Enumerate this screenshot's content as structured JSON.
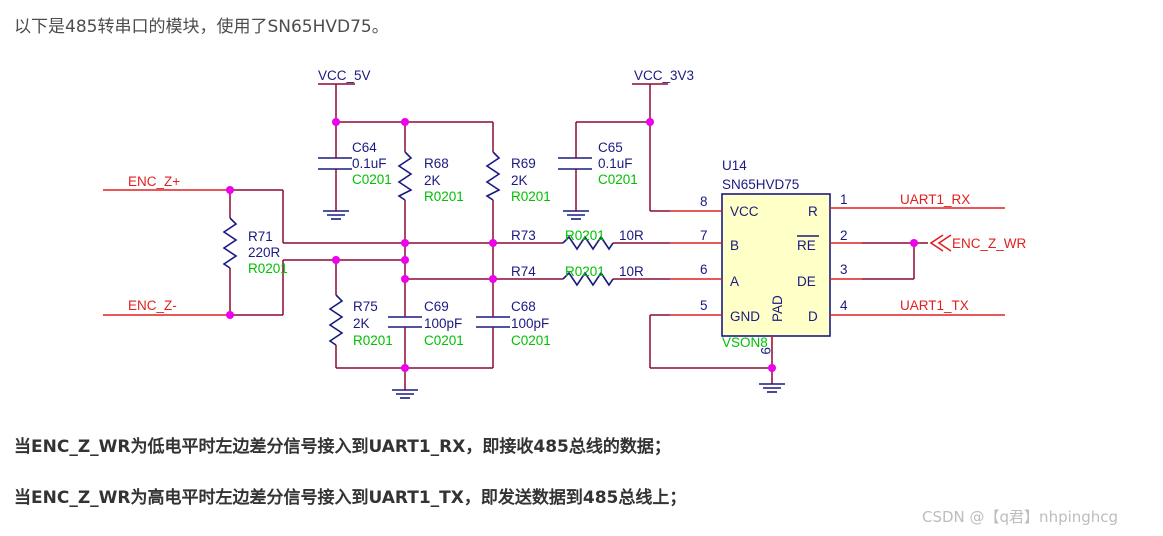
{
  "intro_text": "以下是485转串口的模块，使用了SN65HVD75。",
  "notes": [
    "当ENC_Z_WR为低电平时左边差分信号接入到UART1_RX，即接收485总线的数据；",
    "当ENC_Z_WR为高电平时左边差分信号接入到UART1_TX，即发送数据到485总线上；"
  ],
  "watermark": "CSDN @【q君】nhpinghcg",
  "colors": {
    "wire": "#8b0a33",
    "net": "#e02020",
    "part": "#1a1a80",
    "footprint": "#00c000",
    "junction": "#ee00ee"
  },
  "schematic": {
    "power": {
      "vcc5": "VCC_5V",
      "vcc3": "VCC_3V3"
    },
    "nets": {
      "enc_p": "ENC_Z+",
      "enc_n": "ENC_Z-",
      "rx": "UART1_RX",
      "wr": "ENC_Z_WR",
      "tx": "UART1_TX"
    },
    "c64": {
      "ref": "C64",
      "val": "0.1uF",
      "fp": "C0201"
    },
    "c65": {
      "ref": "C65",
      "val": "0.1uF",
      "fp": "C0201"
    },
    "r68": {
      "ref": "R68",
      "val": "2K",
      "fp": "R0201"
    },
    "r69": {
      "ref": "R69",
      "val": "2K",
      "fp": "R0201"
    },
    "r71": {
      "ref": "R71",
      "val": "220R",
      "fp": "R0201"
    },
    "r73": {
      "ref": "R73",
      "val": "10R",
      "fp": "R0201"
    },
    "r74": {
      "ref": "R74",
      "val": "10R",
      "fp": "R0201"
    },
    "r75": {
      "ref": "R75",
      "val": "2K",
      "fp": "R0201"
    },
    "c69": {
      "ref": "C69",
      "val": "100pF",
      "fp": "C0201"
    },
    "c68": {
      "ref": "C68",
      "val": "100pF",
      "fp": "C0201"
    },
    "u14": {
      "ref": "U14",
      "part": "SN65HVD75",
      "package": "VSON8",
      "pins": {
        "vcc": "VCC",
        "b": "B",
        "a": "A",
        "gnd": "GND",
        "r": "R",
        "re": "RE",
        "de": "DE",
        "d": "D",
        "pad": "PAD",
        "n1": "1",
        "n2": "2",
        "n3": "3",
        "n4": "4",
        "n5": "5",
        "n6": "6",
        "n7": "7",
        "n8": "8",
        "n9": "9"
      }
    }
  }
}
